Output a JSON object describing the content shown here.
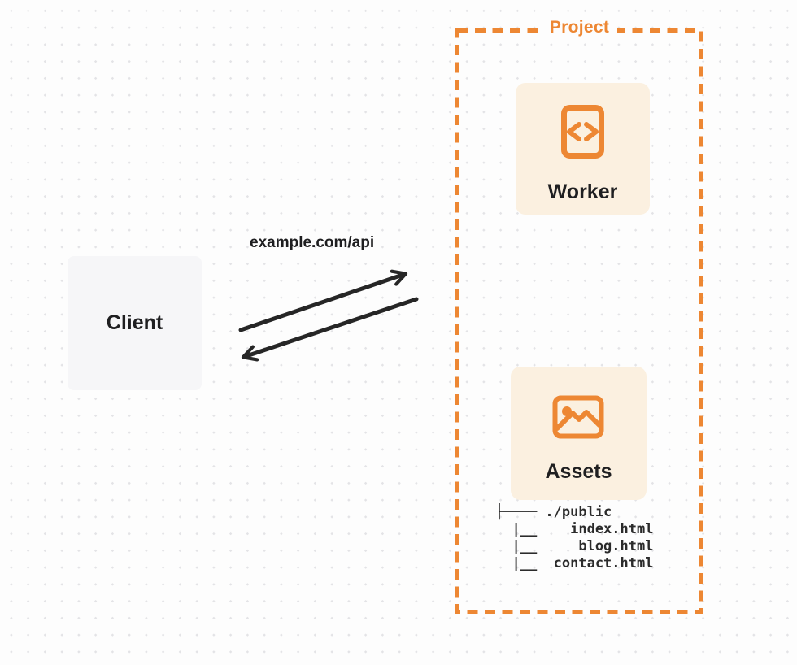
{
  "colors": {
    "accent_orange": "#ED8733",
    "card_cream": "#FBF0E0",
    "card_gray": "#F6F6F8",
    "ink": "#262626",
    "page_background": "#FDFDFD",
    "dot_grid": "#E3E3E6"
  },
  "project": {
    "label": "Project"
  },
  "client": {
    "label": "Client"
  },
  "worker": {
    "label": "Worker",
    "icon": "code-icon"
  },
  "assets": {
    "label": "Assets",
    "icon": "image-icon"
  },
  "request": {
    "label": "example.com/api"
  },
  "file_tree": {
    "lines": [
      "├──── ./public",
      "  |__    index.html",
      "  |__     blog.html",
      "  |__  contact.html"
    ]
  }
}
